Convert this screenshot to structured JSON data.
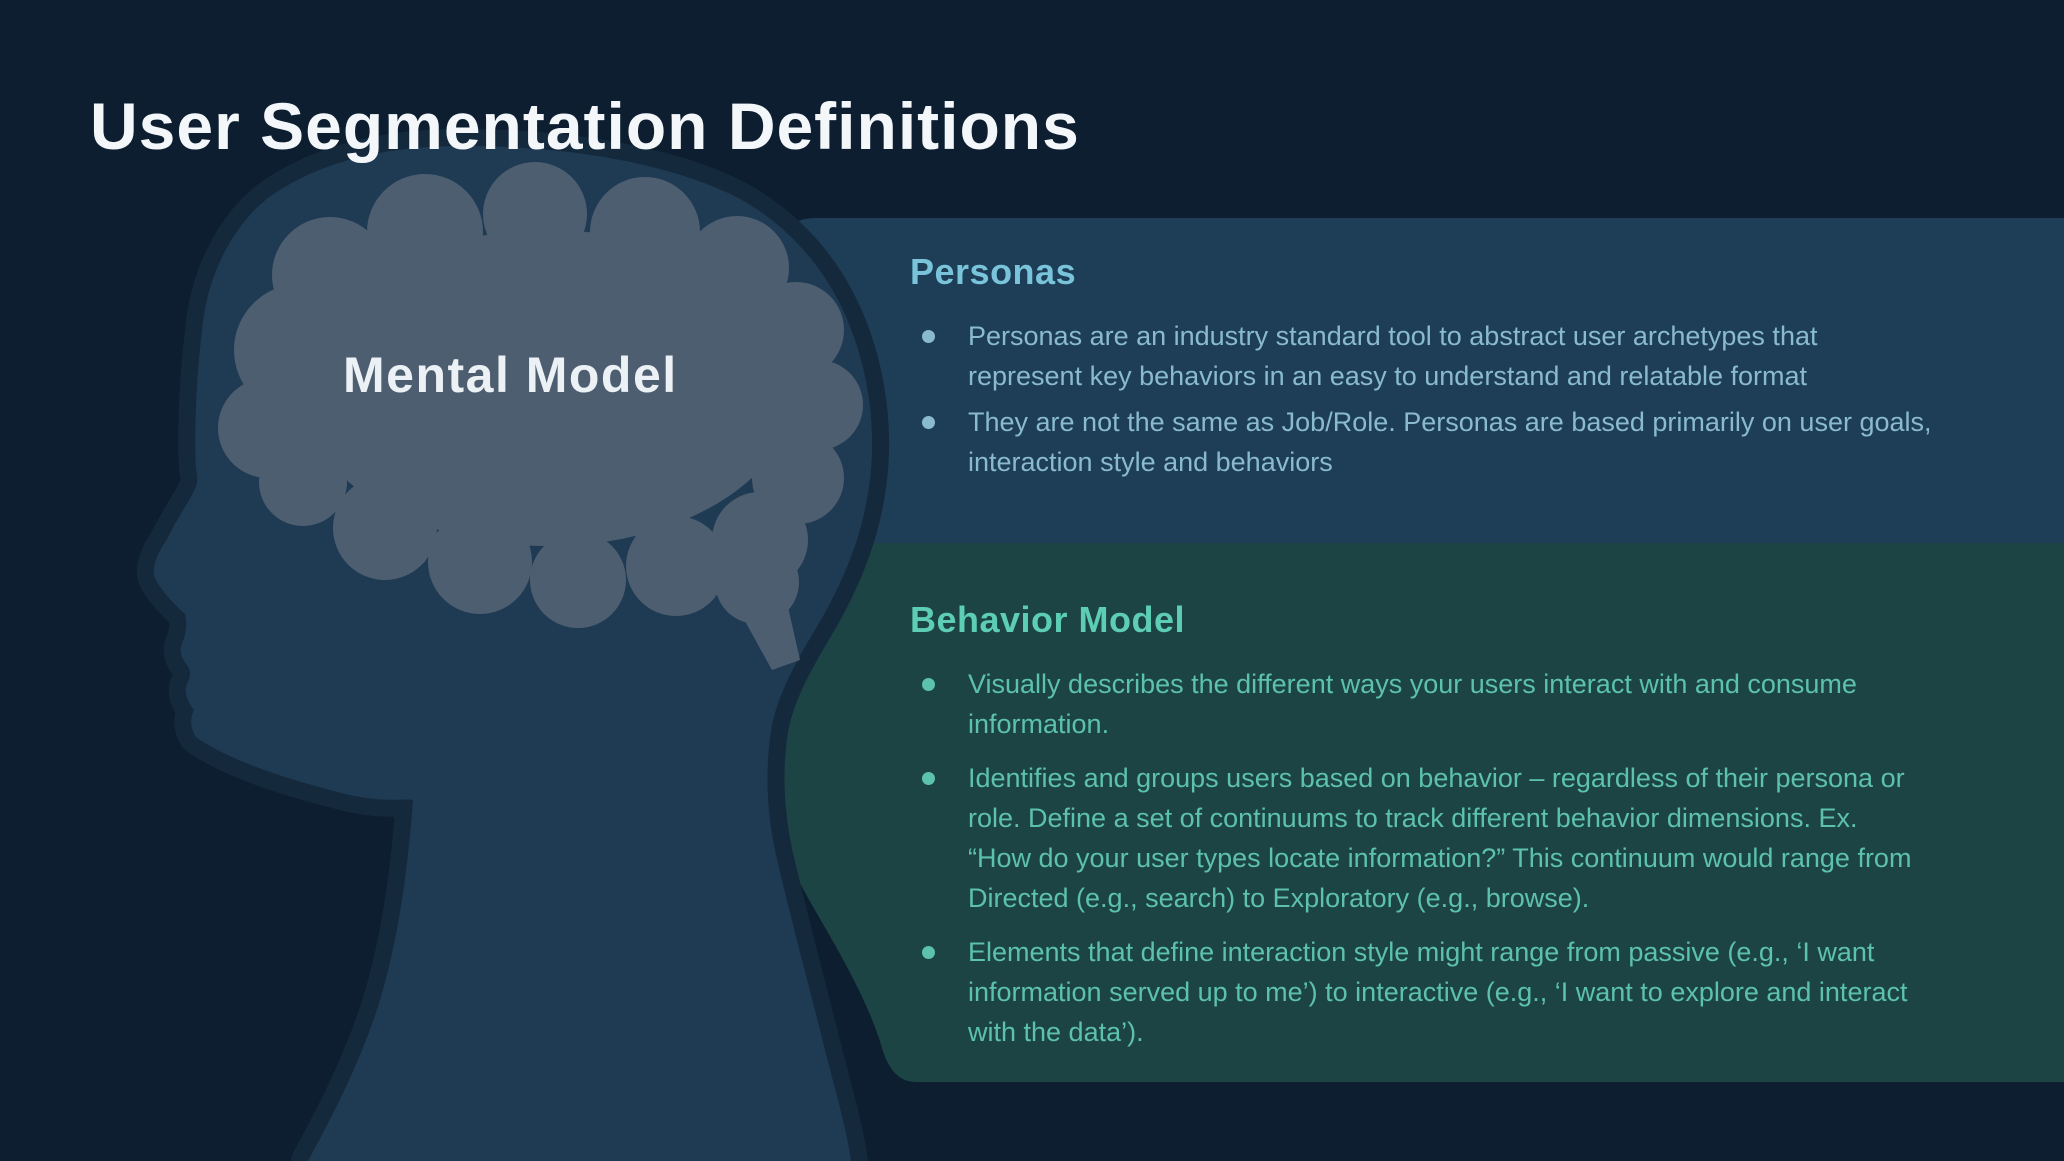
{
  "slide": {
    "title": "User Segmentation Definitions",
    "brain_label": "Mental Model",
    "sections": [
      {
        "id": "personas",
        "heading": "Personas",
        "bullets": [
          "Personas are an industry standard tool to abstract user archetypes that\nrepresent key behaviors in an easy to understand and relatable format",
          "They are not the same as Job/Role. Personas are based primarily on user goals,\ninteraction style and behaviors"
        ]
      },
      {
        "id": "behavior-model",
        "heading": "Behavior Model",
        "bullets": [
          "Visually describes the different ways your users interact with and consume\ninformation.",
          "Identifies and groups users based on behavior – regardless of their persona or\nrole. Define a set of continuums to track different behavior dimensions. Ex.\n“How do your user types locate information?” This continuum would range from\nDirected (e.g., search) to Exploratory (e.g., browse).",
          "Elements that define interaction style might range from passive (e.g., ‘I want\ninformation served up to me’) to interactive (e.g., ‘I want to explore and interact\nwith the data’)."
        ]
      }
    ],
    "illustration": {
      "head_silhouette": "side-profile-head",
      "brain_shape": "brain-cloud"
    },
    "colors": {
      "bg": "#0C1E30",
      "head": "#1F3B53",
      "halo": "#15293D",
      "brain": "#4E5E71",
      "panel-blue": "#1D3E56",
      "panel-green": "#1D4444",
      "title": "#F4F7FA",
      "brain-label": "#ECF1F5",
      "personas-heading": "#79C4DA",
      "personas-text": "#8ABACD",
      "behavior-heading": "#5DCDB5",
      "behavior-text": "#5CC1AE"
    }
  }
}
